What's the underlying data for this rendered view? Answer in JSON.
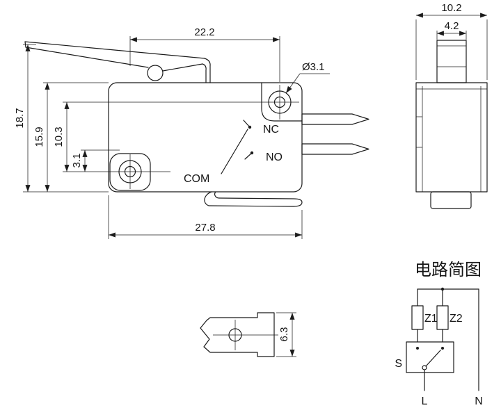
{
  "drawing": {
    "front_view": {
      "dim_top_width": "22.2",
      "dim_bottom_width": "27.8",
      "dim_overall_height": "18.7",
      "dim_body_height": "15.9",
      "dim_hole_spacing": "10.3",
      "dim_hole_offset": "3.1",
      "hole_callout": "Ø3.1",
      "terminal_nc": "NC",
      "terminal_no": "NO",
      "terminal_com": "COM"
    },
    "side_view": {
      "dim_body_width": "10.2",
      "dim_button_width": "4.2"
    },
    "bottom_view": {
      "dim_height": "6.3"
    },
    "circuit": {
      "title": "电路简图",
      "load1": "Z1",
      "load2": "Z2",
      "switch": "S",
      "line": "L",
      "neutral": "N"
    },
    "colors": {
      "ink": "#1b1b1b",
      "background": "#ffffff"
    }
  }
}
